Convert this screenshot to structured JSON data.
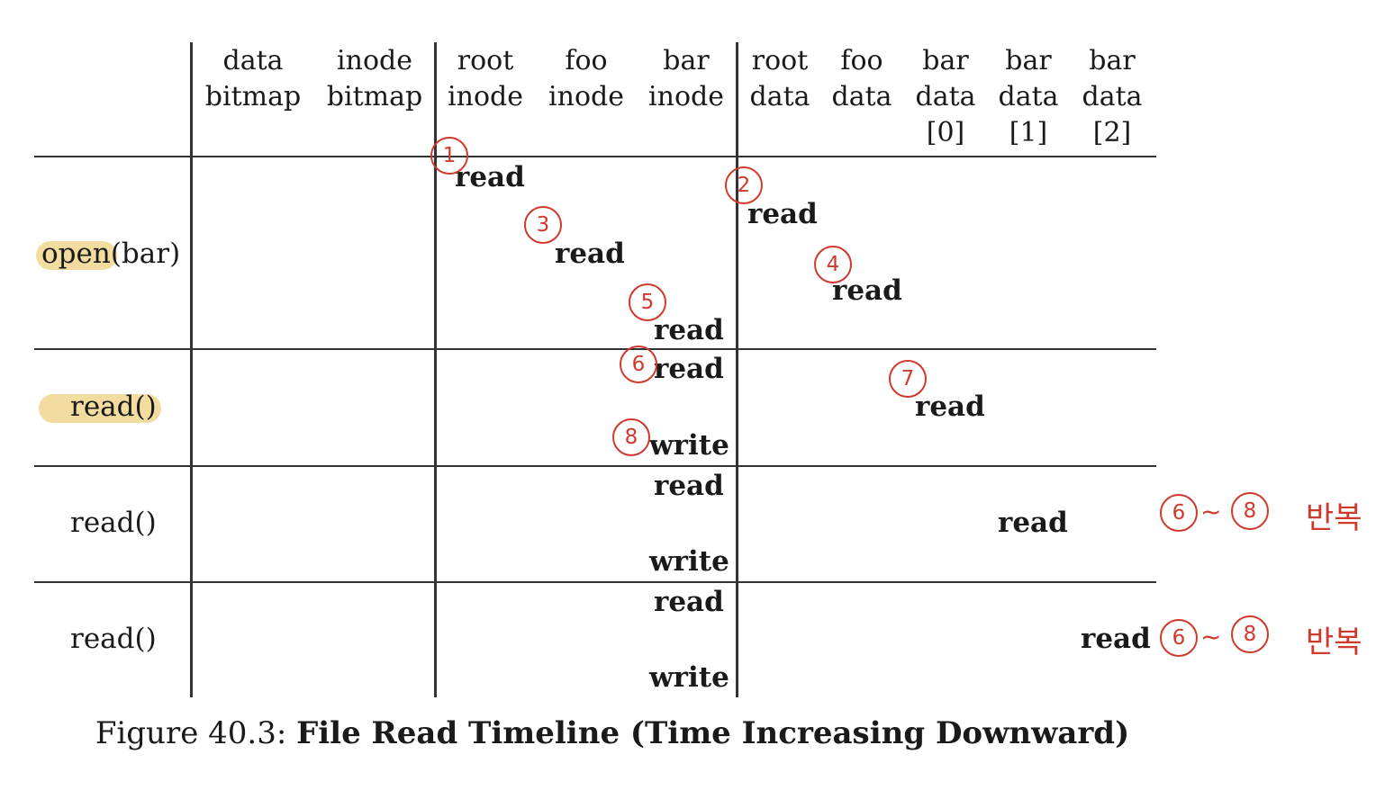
{
  "headers": [
    {
      "l1": "data",
      "l2": "bitmap",
      "l3": ""
    },
    {
      "l1": "inode",
      "l2": "bitmap",
      "l3": ""
    },
    {
      "l1": "root",
      "l2": "inode",
      "l3": ""
    },
    {
      "l1": "foo",
      "l2": "inode",
      "l3": ""
    },
    {
      "l1": "bar",
      "l2": "inode",
      "l3": ""
    },
    {
      "l1": "root",
      "l2": "data",
      "l3": ""
    },
    {
      "l1": "foo",
      "l2": "data",
      "l3": ""
    },
    {
      "l1": "bar",
      "l2": "data",
      "l3": "[0]"
    },
    {
      "l1": "bar",
      "l2": "data",
      "l3": "[1]"
    },
    {
      "l1": "bar",
      "l2": "data",
      "l3": "[2]"
    }
  ],
  "rows": [
    {
      "label": "open(bar)",
      "label_a": "open",
      "label_b": "(bar)",
      "highlight": true
    },
    {
      "label": "read()",
      "highlight": true
    },
    {
      "label": "read()",
      "highlight": false
    },
    {
      "label": "read()",
      "highlight": false
    }
  ],
  "ops": {
    "read": "read",
    "write": "write"
  },
  "annotations": {
    "steps": [
      "1",
      "2",
      "3",
      "4",
      "5",
      "6",
      "7",
      "8"
    ],
    "repeat_from": "6",
    "repeat_to": "8",
    "tilde": "~",
    "repeat_word": "반복"
  },
  "caption": {
    "prefix": "Figure 40.3: ",
    "title": "File Read Timeline (Time Increasing Downward)"
  },
  "colors": {
    "annotation": "#d03a2c",
    "highlight": "#f0d68e"
  }
}
